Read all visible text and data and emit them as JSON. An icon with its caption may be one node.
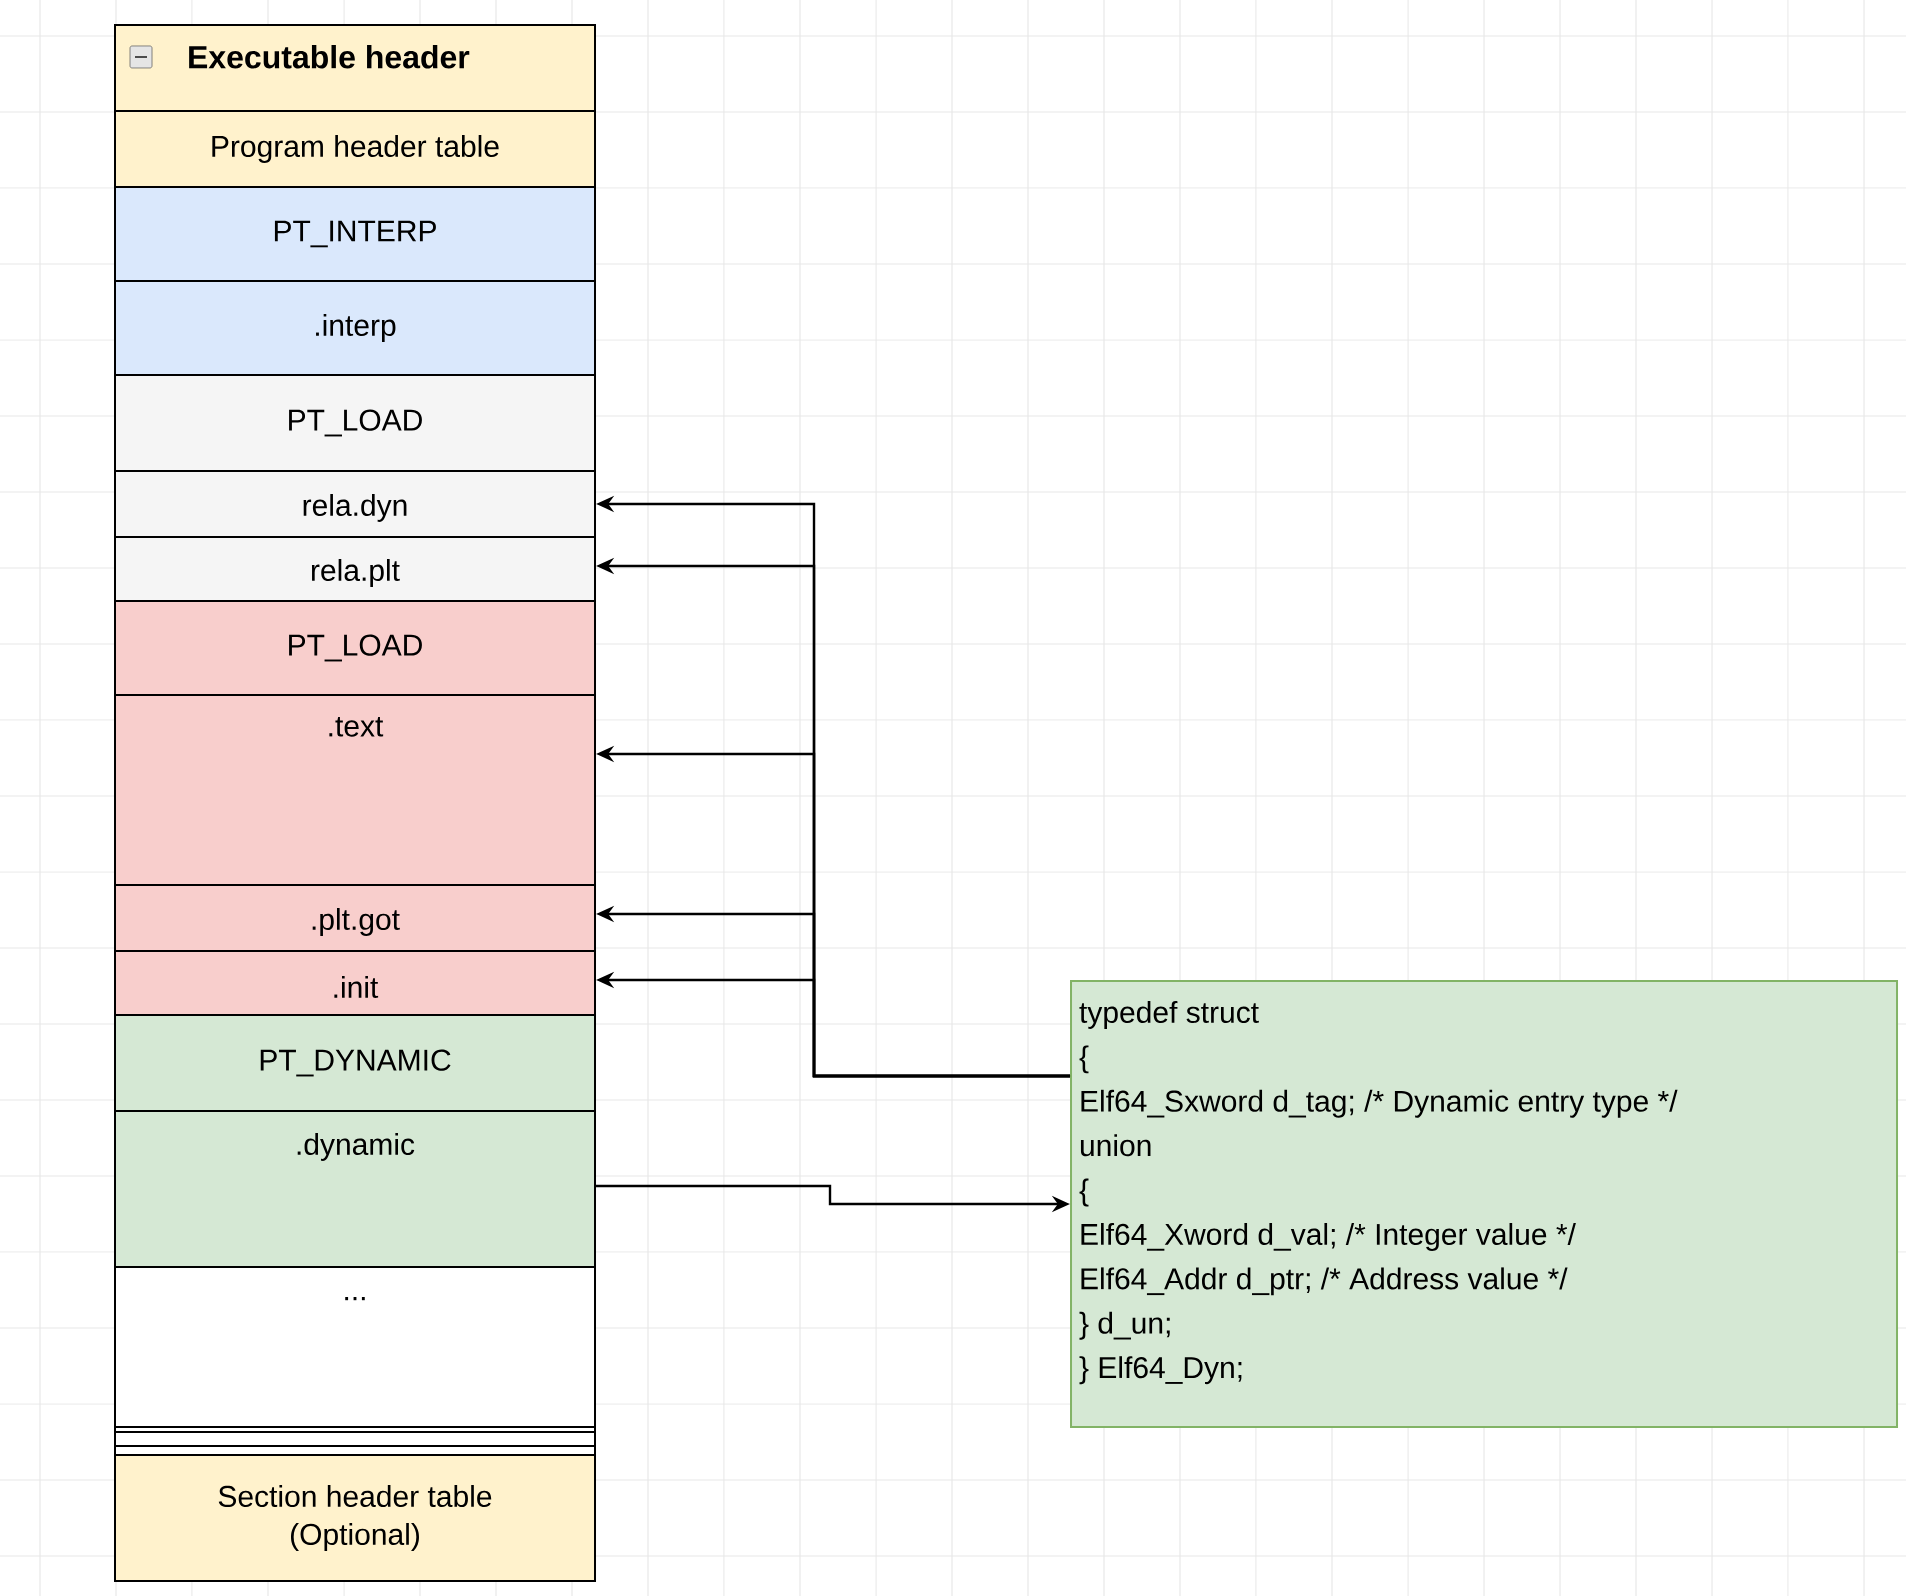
{
  "diagram": {
    "nodes": [
      {
        "text": [
          "Executable header"
        ]
      },
      {
        "text": [
          "Program header table"
        ],
        "in": 0
      },
      {
        "text": [
          "PT_INTERP"
        ],
        "in": 0
      },
      {
        "text": [
          ".interp"
        ],
        "in": 0
      },
      {
        "text": [
          "PT_LOAD"
        ],
        "in": 0
      },
      {
        "text": [
          "rela.dyn"
        ],
        "in": 0
      },
      {
        "text": [
          "rela.plt"
        ],
        "in": 0
      },
      {
        "text": [
          "PT_LOAD"
        ],
        "in": 0
      },
      {
        "text": [
          ".text"
        ],
        "in": 0
      },
      {
        "text": [
          ".plt.got"
        ],
        "in": 0
      },
      {
        "text": [
          ".init"
        ],
        "in": 0
      },
      {
        "text": [
          "PT_DYNAMIC"
        ],
        "in": 0
      },
      {
        "text": [
          ".dynamic"
        ],
        "in": 0
      },
      {
        "text": [
          "..."
        ],
        "in": 0
      },
      {
        "text": [
          "Section header table (Optional)"
        ],
        "in": 0
      },
      {
        "text": [
          "typedef struct",
          "{",
          "Elf64_Sxword d_tag; /* Dynamic entry type */",
          "union",
          "{",
          "Elf64_Xword d_val; /* Integer value */",
          "Elf64_Addr d_ptr; /* Address value */",
          "} d_un;",
          "} Elf64_Dyn;"
        ]
      }
    ],
    "edges": [
      {
        "from": 15,
        "to": 5,
        "arrow": "to"
      },
      {
        "from": 15,
        "to": 6,
        "arrow": "to"
      },
      {
        "from": 15,
        "to": 8,
        "arrow": "to"
      },
      {
        "from": 15,
        "to": 9,
        "arrow": "to"
      },
      {
        "from": 15,
        "to": 10,
        "arrow": "to"
      },
      {
        "from": 12,
        "to": 15,
        "arrow": "to"
      }
    ]
  }
}
